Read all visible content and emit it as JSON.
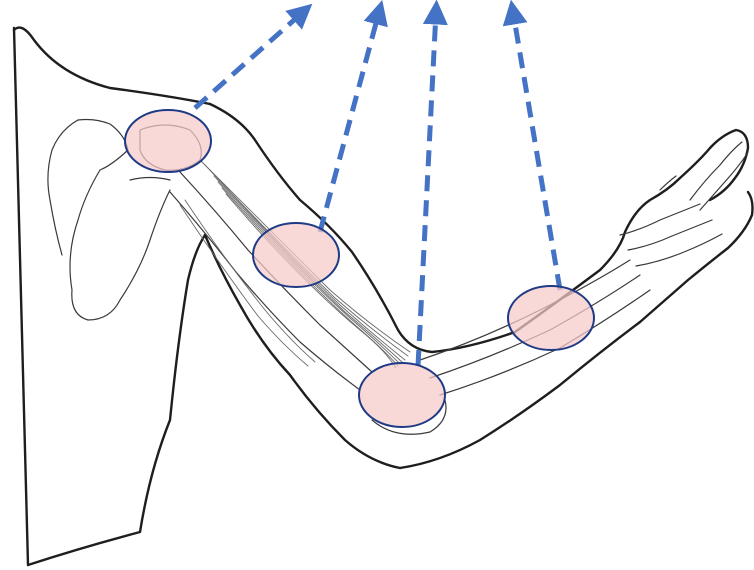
{
  "diagram": {
    "subject": "arm-anatomy",
    "colors": {
      "region_fill": "#f6c9c9",
      "region_stroke": "#1f3a86",
      "arrow": "#4472c4",
      "outline": "#1e1e1e"
    },
    "regions": [
      {
        "id": "shoulder-joint"
      },
      {
        "id": "upper-arm-muscle"
      },
      {
        "id": "elbow-joint"
      },
      {
        "id": "forearm"
      }
    ],
    "arrows": [
      {
        "from": "shoulder-joint"
      },
      {
        "from": "upper-arm-muscle"
      },
      {
        "from": "elbow-joint"
      },
      {
        "from": "forearm"
      }
    ]
  }
}
